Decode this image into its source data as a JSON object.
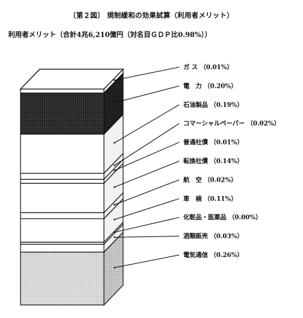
{
  "chart_data": {
    "type": "bar",
    "title": "〔第２図〕 規制緩和の効果試算（利用者メリット）",
    "subtitle": "利用者メリット（合計4兆6,210億円（対名目ＧＤＰ比0.98%））",
    "categories": [
      "ガス",
      "電力",
      "石油製品",
      "コマーシャルペーパー",
      "普通社債",
      "転換社債",
      "航空",
      "車検",
      "化粧品・医薬品",
      "酒類販売",
      "電気通信"
    ],
    "series": [
      {
        "values": [
          0.01,
          0.2,
          0.19,
          0.02,
          0.01,
          0.14,
          0.02,
          0.11,
          0.0,
          0.03,
          0.26
        ]
      }
    ],
    "labels": [
      "ガ ス （0.01%）",
      "電　力 （0.20%）",
      "石油製品 （0.19%）",
      "コマーシャルペーパー （0.02%）",
      "普通社債 （0.01%）",
      "転換社債 （0.14%）",
      "航　空 （0.02%）",
      "車　検 （0.11%）",
      "化粧品・医薬品 （0.00%）",
      "酒類販売 （0.03%）",
      "電気通信 （0.26%）"
    ],
    "colors": {
      "electricity": "#2a2a2a",
      "telecom": "#d9d9d9",
      "other": "#ffffff",
      "outline": "#111111"
    }
  }
}
